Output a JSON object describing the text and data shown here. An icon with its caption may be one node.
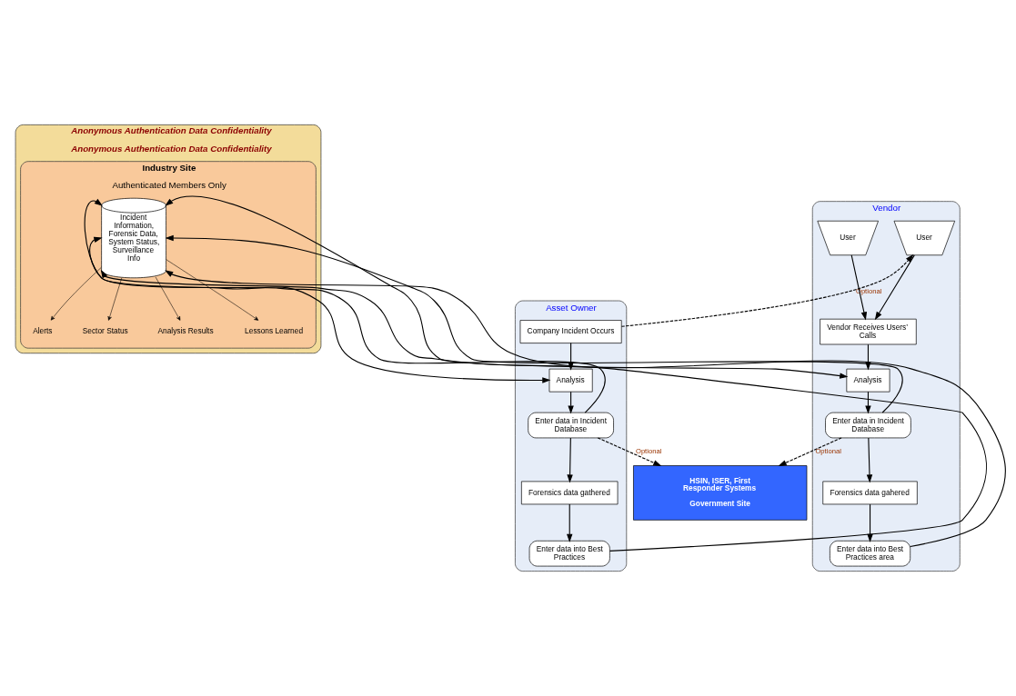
{
  "diagram": {
    "nodes": [
      {
        "text": [
          "Asset Owner"
        ]
      },
      {
        "text": [
          "Company Incident Occurs"
        ],
        "in": 0
      },
      {
        "text": [
          "Analysis"
        ],
        "in": 0
      },
      {
        "text": [
          "Enter data in Incident Database"
        ],
        "in": 0
      },
      {
        "text": [
          "Forensics data gathered"
        ],
        "in": 0
      },
      {
        "text": [
          "Enter data into Best Practices"
        ],
        "in": 0
      },
      {
        "text": [
          "Anonymous Authentication Data Confidentiality",
          "Anonymous Authentication Data Confidentiality"
        ]
      },
      {
        "text": [
          "Industry Site",
          "Authenticated Members Only"
        ],
        "in": 6
      },
      {
        "text": [
          "Incident Information, Forensic Data, System Status, Surveillance Info"
        ],
        "in": 7
      },
      {
        "text": [
          "Alerts"
        ],
        "in": 7
      },
      {
        "text": [
          "Sector Status"
        ],
        "in": 7
      },
      {
        "text": [
          "Analysis Results"
        ],
        "in": 7
      },
      {
        "text": [
          "Lessons Learned"
        ],
        "in": 7
      },
      {
        "text": [
          "Vendor"
        ]
      },
      {
        "text": [
          "User"
        ],
        "in": 13
      },
      {
        "text": [
          "User"
        ],
        "in": 13
      },
      {
        "text": [
          "Vendor Receives Users’ Calls"
        ],
        "in": 13
      },
      {
        "text": [
          "Analysis"
        ],
        "in": 13
      },
      {
        "text": [
          "Enter data in Incident Database"
        ],
        "in": 13
      },
      {
        "text": [
          "Forensics data gahered"
        ],
        "in": 13
      },
      {
        "text": [
          "Enter data into Best Practices area"
        ],
        "in": 13
      },
      {
        "text": [
          "HSIN, ISER, First Responder Systems",
          "Government Site"
        ]
      }
    ],
    "edges": [
      {
        "from": 1,
        "to": 2,
        "arrow": "to"
      },
      {
        "from": 2,
        "to": 3,
        "arrow": "to"
      },
      {
        "from": 3,
        "to": 4,
        "arrow": "to"
      },
      {
        "from": 4,
        "to": 5,
        "arrow": "to"
      },
      {
        "from": 1,
        "to": 14,
        "arrow": "to",
        "label": "Optional",
        "style": "dashed"
      },
      {
        "from": 14,
        "to": 16,
        "arrow": "to"
      },
      {
        "from": 15,
        "to": 16,
        "arrow": "to"
      },
      {
        "from": 16,
        "to": 17,
        "arrow": "to"
      },
      {
        "from": 17,
        "to": 18,
        "arrow": "to"
      },
      {
        "from": 18,
        "to": 19,
        "arrow": "to"
      },
      {
        "from": 19,
        "to": 20,
        "arrow": "to"
      },
      {
        "from": 2,
        "to": 8,
        "arrow": "both"
      },
      {
        "from": 3,
        "to": 8,
        "arrow": "to"
      },
      {
        "from": 5,
        "to": 8,
        "arrow": "to"
      },
      {
        "from": 17,
        "to": 8,
        "arrow": "both"
      },
      {
        "from": 18,
        "to": 8,
        "arrow": "to"
      },
      {
        "from": 20,
        "to": 8,
        "arrow": "to"
      },
      {
        "from": 8,
        "to": 9,
        "arrow": "to"
      },
      {
        "from": 8,
        "to": 10,
        "arrow": "to"
      },
      {
        "from": 8,
        "to": 11,
        "arrow": "to"
      },
      {
        "from": 8,
        "to": 12,
        "arrow": "to"
      },
      {
        "from": 3,
        "to": 21,
        "arrow": "to",
        "label": "Optional",
        "style": "dashed"
      },
      {
        "from": 18,
        "to": 21,
        "arrow": "to",
        "label": "Optional",
        "style": "dashed"
      }
    ]
  }
}
